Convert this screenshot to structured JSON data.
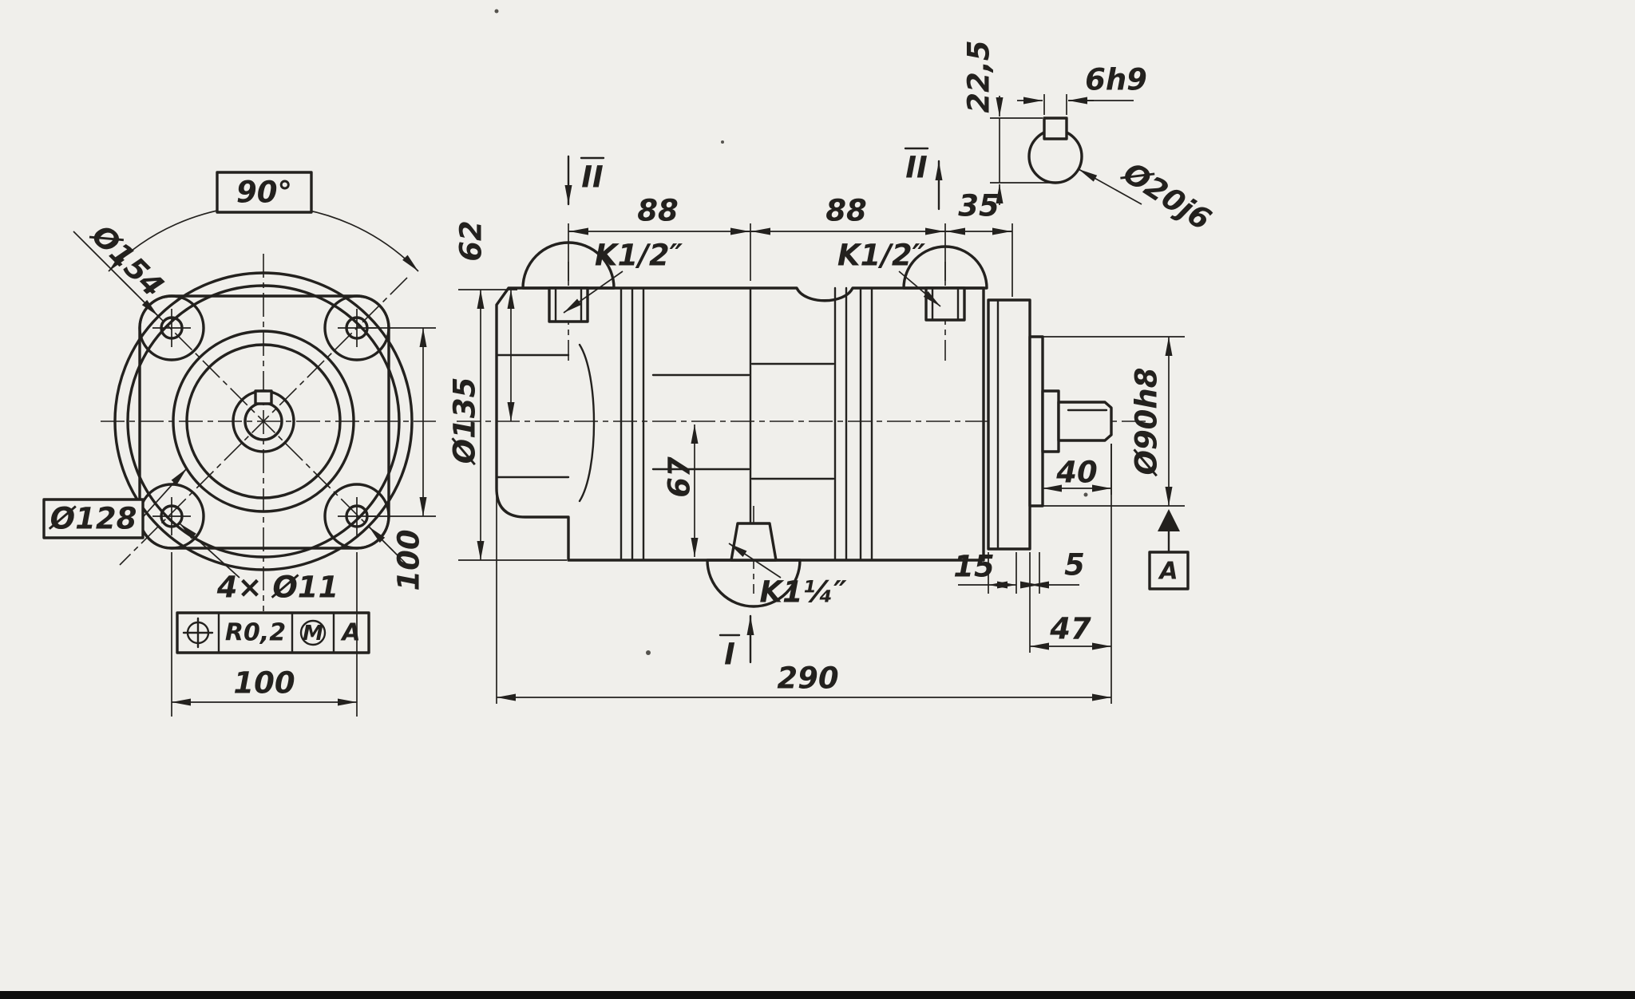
{
  "colors": {
    "paper": "#f0efeb",
    "ink": "#23211e"
  },
  "front_view": {
    "angle": "90°",
    "dia_outer": "Ø154",
    "dia_pilot": "Ø128",
    "holes": "4× Ø11",
    "fcf_tolerance": "R0,2",
    "fcf_modifier": "M",
    "fcf_datum": "A",
    "dim_width": "100",
    "dim_height": "100"
  },
  "side_view": {
    "dim_88_left": "88",
    "dim_88_right": "88",
    "dim_35": "35",
    "dim_62": "62",
    "dia_body": "Ø135",
    "dim_67": "67",
    "port_top_left": "K1/2″",
    "port_top_right": "K1/2″",
    "port_bottom": "K1¼″",
    "section_mark_I": "I",
    "section_mark_II_left": "II",
    "section_mark_II_right": "II",
    "dia_spigot": "Ø90h8",
    "datum_label": "A",
    "dim_40": "40",
    "dim_15": "15",
    "dim_5": "5",
    "dim_47": "47",
    "dim_290": "290"
  },
  "shaft_detail": {
    "dim_22_5": "22,5",
    "key_width": "6h9",
    "dia_shaft": "Ø20j6"
  }
}
